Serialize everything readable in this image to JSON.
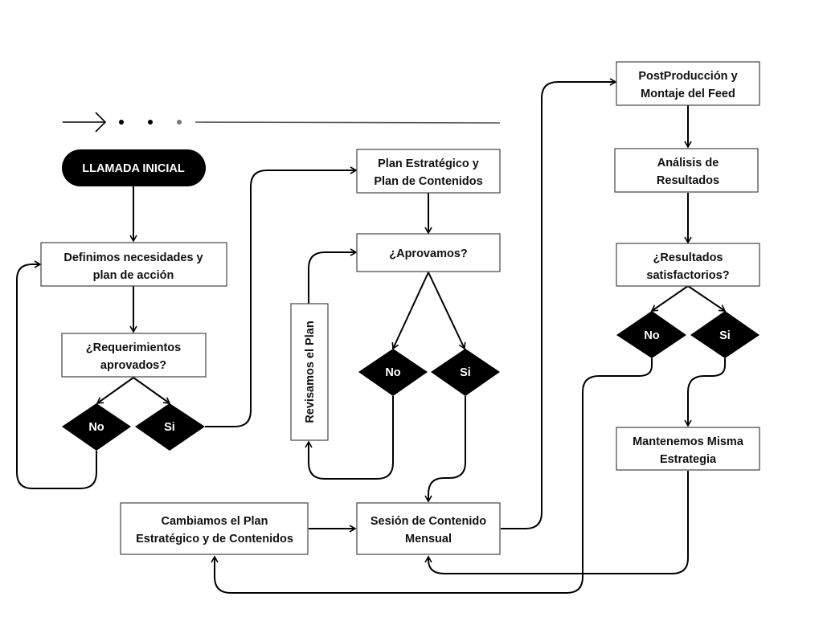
{
  "header": {
    "decor": "arrow-dots-line"
  },
  "nodes": {
    "start": {
      "label": "LLAMADA INICIAL"
    },
    "definimos": {
      "lines": [
        "Definimos necesidades y",
        "plan de acción"
      ]
    },
    "requerimientos": {
      "lines": [
        "¿Requerimientos",
        "aprovados?"
      ]
    },
    "req_no": {
      "label": "No"
    },
    "req_si": {
      "label": "Si"
    },
    "plan_estrategico": {
      "lines": [
        "Plan Estratégico y",
        "Plan de Contenidos"
      ]
    },
    "aprovamos": {
      "label": "¿Aprovamos?"
    },
    "revisamos": {
      "label": "Revisamos el Plan"
    },
    "apr_no": {
      "label": "No"
    },
    "apr_si": {
      "label": "Si"
    },
    "sesion": {
      "lines": [
        "Sesión de Contenido",
        "Mensual"
      ]
    },
    "cambiamos": {
      "lines": [
        "Cambiamos el Plan",
        "Estratégico y de Contenidos"
      ]
    },
    "postproduccion": {
      "lines": [
        "PostProducción y",
        "Montaje del Feed"
      ]
    },
    "analisis": {
      "lines": [
        "Análisis de",
        "Resultados"
      ]
    },
    "resultados": {
      "lines": [
        "¿Resultados",
        "satisfactorios?"
      ]
    },
    "res_no": {
      "label": "No"
    },
    "res_si": {
      "label": "Si"
    },
    "mantenemos": {
      "lines": [
        "Mantenemos Misma",
        "Estrategia"
      ]
    }
  }
}
